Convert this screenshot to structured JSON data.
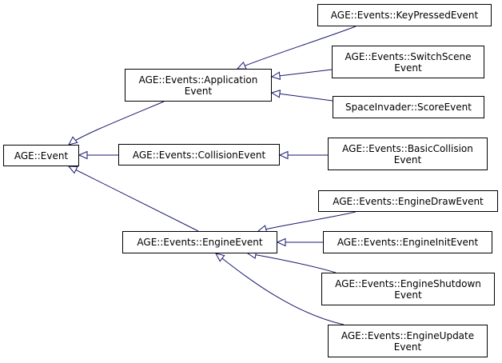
{
  "diagram": {
    "edge_color": "#191970",
    "nodes": {
      "event": "AGE::Event",
      "application_event": "AGE::Events::Application\nEvent",
      "collision_event": "AGE::Events::CollisionEvent",
      "engine_event": "AGE::Events::EngineEvent",
      "key_pressed_event": "AGE::Events::KeyPressedEvent",
      "switch_scene_event": "AGE::Events::SwitchScene\nEvent",
      "score_event": "SpaceInvader::ScoreEvent",
      "basic_collision_event": "AGE::Events::BasicCollision\nEvent",
      "engine_draw_event": "AGE::Events::EngineDrawEvent",
      "engine_init_event": "AGE::Events::EngineInitEvent",
      "engine_shutdown_event": "AGE::Events::EngineShutdown\nEvent",
      "engine_update_event": "AGE::Events::EngineUpdate\nEvent"
    }
  }
}
